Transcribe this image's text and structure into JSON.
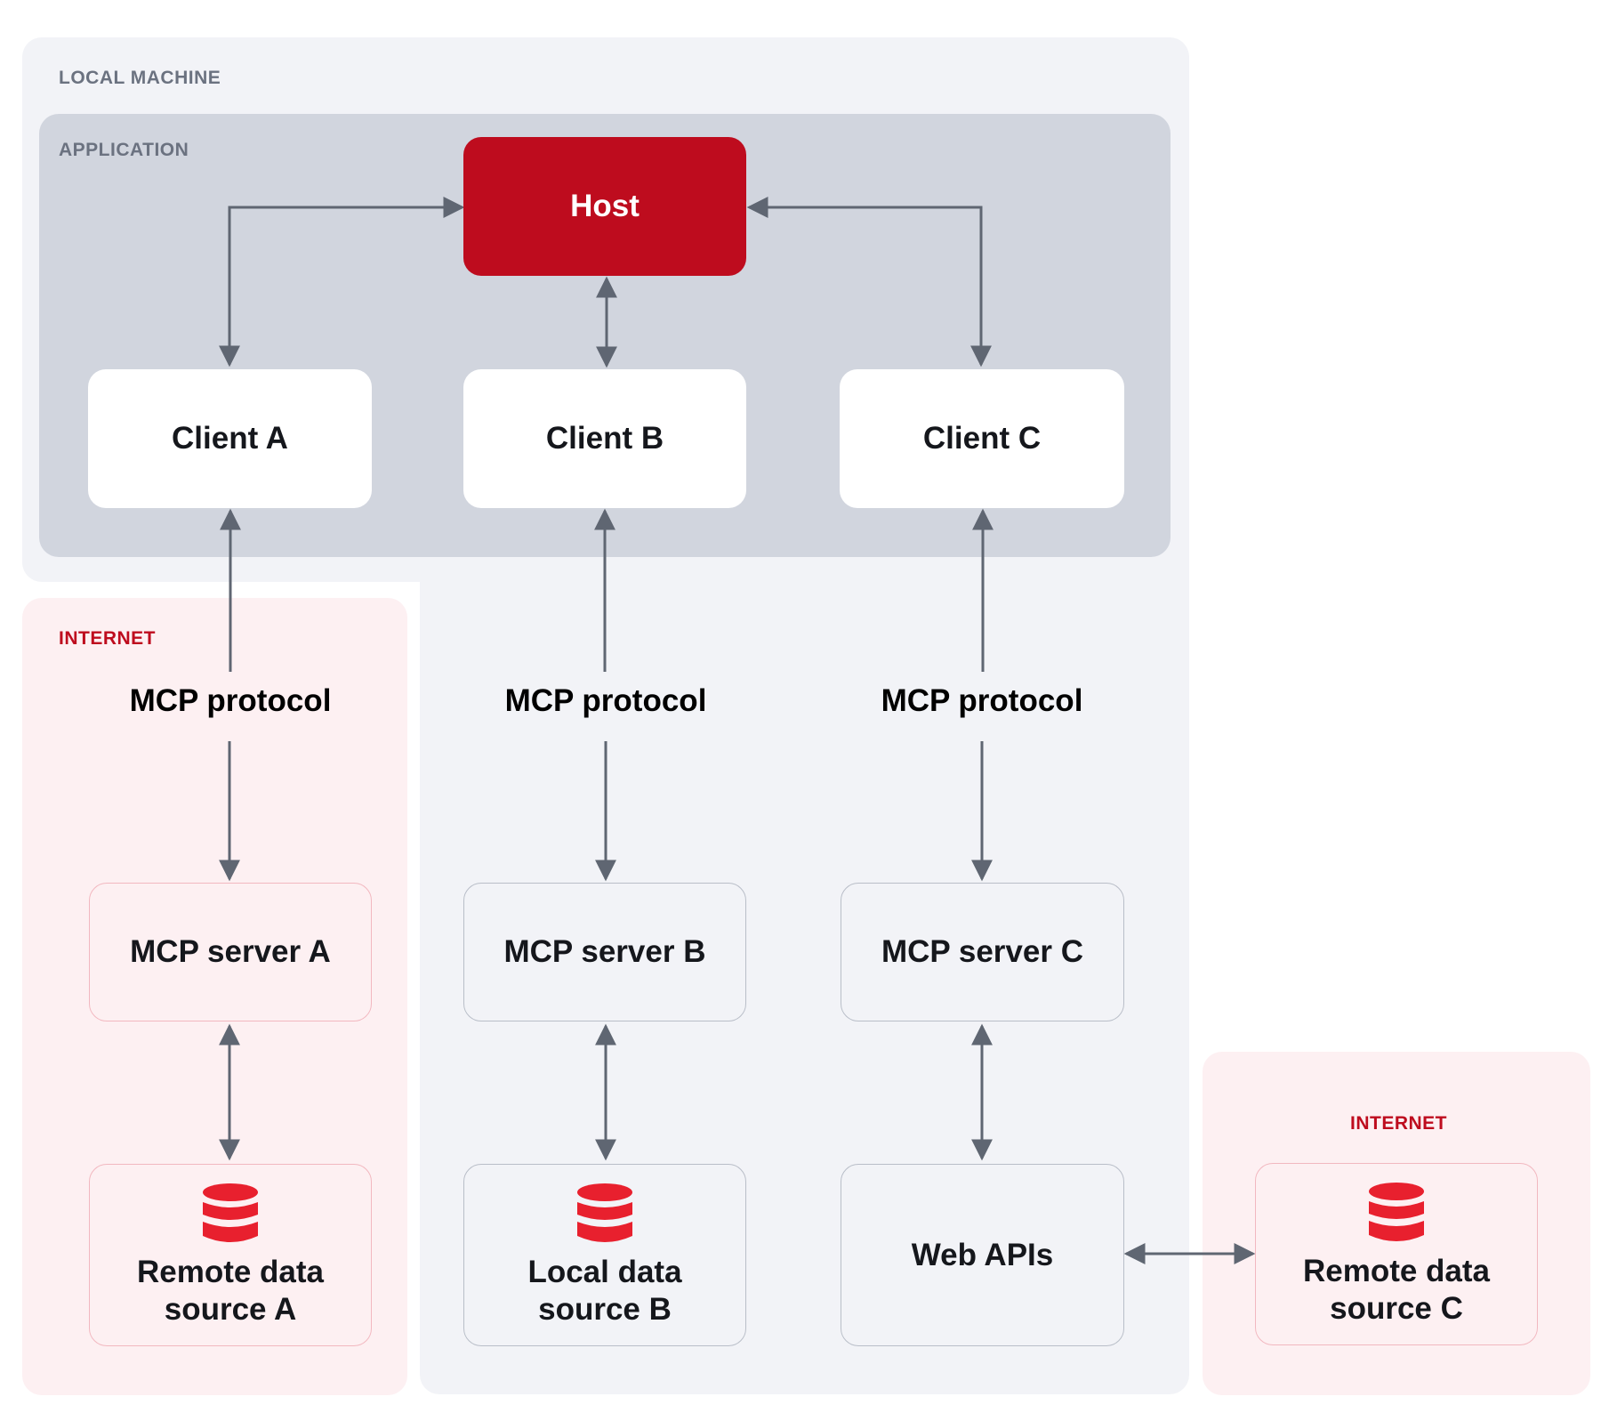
{
  "zones": {
    "local_machine": "LOCAL MACHINE",
    "application": "APPLICATION",
    "internet_left": "INTERNET",
    "internet_right": "INTERNET"
  },
  "host": "Host",
  "clients": [
    "Client A",
    "Client B",
    "Client C"
  ],
  "protocol_labels": [
    "MCP protocol",
    "MCP protocol",
    "MCP protocol"
  ],
  "servers": [
    "MCP server A",
    "MCP server B",
    "MCP server C"
  ],
  "sources": {
    "a": [
      "Remote data",
      "source A"
    ],
    "b": [
      "Local data",
      "source B"
    ],
    "web_apis": "Web APIs",
    "c": [
      "Remote data",
      "source C"
    ]
  },
  "icons": {
    "data_source": "database-icon"
  },
  "colors": {
    "host_fill": "#be0c1e",
    "internet_label": "#be0c1e",
    "db_icon": "#e8202e",
    "arrow": "#5f6672",
    "local_zone": "#f2f3f7",
    "app_zone": "#d1d5de",
    "internet_zone": "#fdf0f2"
  }
}
